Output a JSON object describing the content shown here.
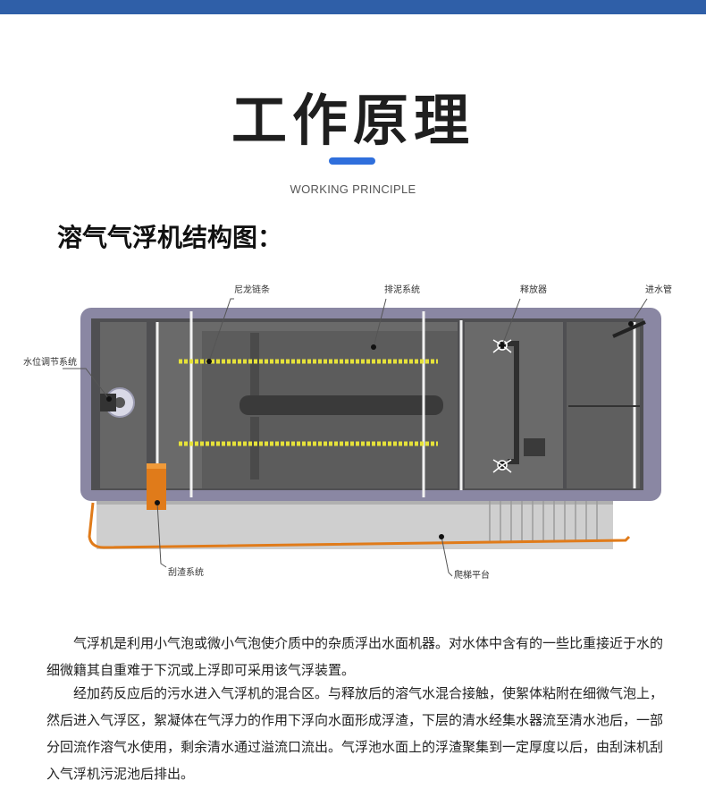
{
  "page": {
    "heading": "工作原理",
    "subheading": "WORKING PRINCIPLE",
    "section_title": "溶气气浮机结构图："
  },
  "diagram": {
    "labels": {
      "nylon_chain": "尼龙链条",
      "sludge_system": "排泥系统",
      "releaser": "释放器",
      "inlet_pipe": "进水管",
      "level_control": "水位调节系统",
      "scraper_system": "刮渣系统",
      "ladder_platform": "爬梯平台"
    },
    "colors": {
      "tank_frame": "#8a87a3",
      "tank_inner": "#5a5a5a",
      "chain": "#e6e23a",
      "orange": "#e07b1a",
      "base": "#c9c9c9"
    }
  },
  "description": {
    "paragraph1": "气浮机是利用小气泡或微小气泡使介质中的杂质浮出水面机器。对水体中含有的一些比重接近于水的细微籍其自重难于下沉或上浮即可采用该气浮装置。",
    "paragraph2": "经加药反应后的污水进入气浮机的混合区。与释放后的溶气水混合接触，使絮体粘附在细微气泡上，然后进入气浮区，絮凝体在气浮力的作用下浮向水面形成浮渣，下层的清水经集水器流至清水池后，一部分回流作溶气水使用，剩余清水通过溢流口流出。气浮池水面上的浮渣聚集到一定厚度以后，由刮沫机刮入气浮机污泥池后排出。"
  }
}
